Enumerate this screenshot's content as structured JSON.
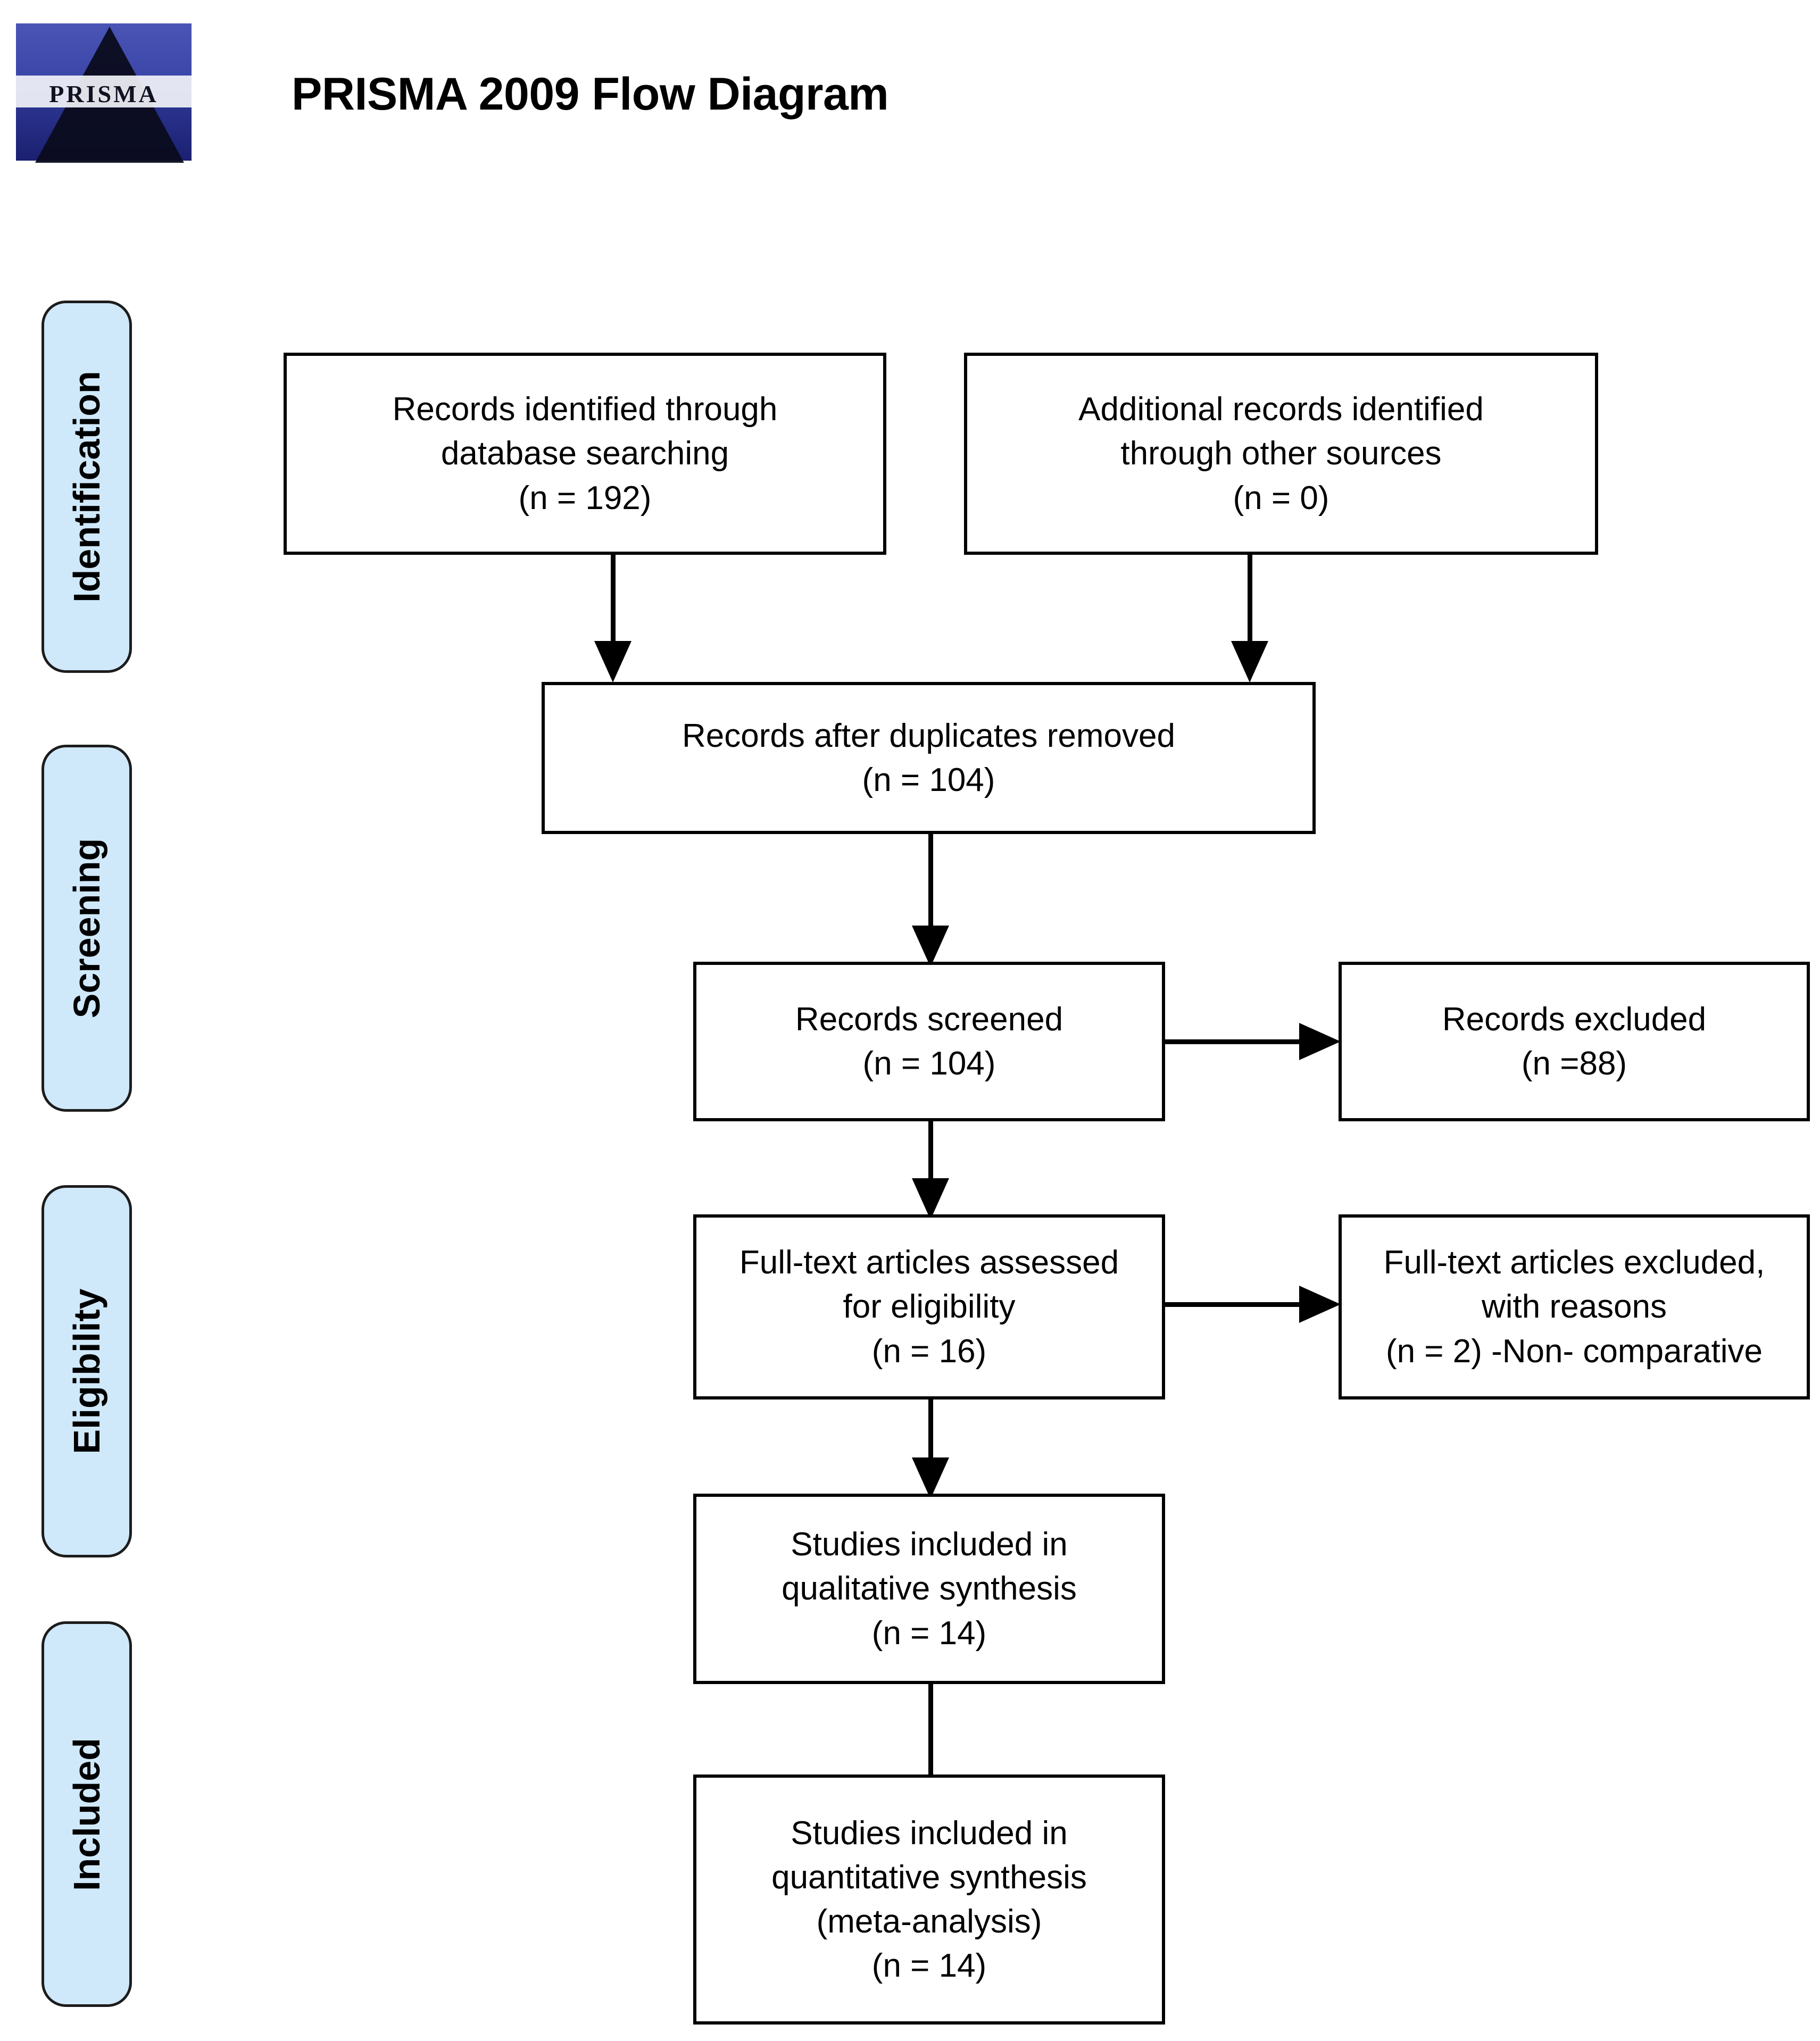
{
  "header": {
    "title": "PRISMA 2009 Flow Diagram",
    "logo_word": "PRISMA",
    "logo_alt": "prisma-logo"
  },
  "colors": {
    "phase_fill": "#cfe8fa",
    "phase_border": "#1c1c1c",
    "box_border": "#000000",
    "box_fill": "#ffffff",
    "connector": "#000000",
    "text": "#000000"
  },
  "phases": [
    {
      "id": "identification",
      "label": "Identification"
    },
    {
      "id": "screening",
      "label": "Screening"
    },
    {
      "id": "eligibility",
      "label": "Eligibility"
    },
    {
      "id": "included",
      "label": "Included"
    }
  ],
  "boxes": {
    "db_search": {
      "line1": "Records identified through",
      "line2": "database searching",
      "line3": "(n = 192)"
    },
    "other_sources": {
      "line1": "Additional records identified",
      "line2": "through other sources",
      "line3": "(n = 0)"
    },
    "dedup": {
      "line1": "Records after duplicates removed",
      "line2": "(n = 104)"
    },
    "screened": {
      "line1": "Records screened",
      "line2": "(n = 104)"
    },
    "records_excluded": {
      "line1": "Records excluded",
      "line2": "(n =88)"
    },
    "fulltext_assessed": {
      "line1": "Full-text articles assessed",
      "line2": "for eligibility",
      "line3": "(n = 16)"
    },
    "fulltext_excluded": {
      "line1": "Full-text articles excluded,",
      "line2": "with reasons",
      "line3": "(n = 2) -Non- comparative"
    },
    "qualitative": {
      "line1": "Studies included in",
      "line2": "qualitative synthesis",
      "line3": "(n = 14)"
    },
    "quantitative": {
      "line1": "Studies included in",
      "line2": "quantitative synthesis",
      "line3": "(meta-analysis)",
      "line4": "(n = 14)"
    }
  },
  "chart_data": {
    "type": "diagram",
    "title": "PRISMA 2009 Flow Diagram",
    "nodes": [
      {
        "id": "db_search",
        "phase": "Identification",
        "text": "Records identified through database searching",
        "n": 192
      },
      {
        "id": "other_sources",
        "phase": "Identification",
        "text": "Additional records identified through other sources",
        "n": 0
      },
      {
        "id": "dedup",
        "phase": "Screening",
        "text": "Records after duplicates removed",
        "n": 104
      },
      {
        "id": "screened",
        "phase": "Screening",
        "text": "Records screened",
        "n": 104
      },
      {
        "id": "records_excluded",
        "phase": "Screening",
        "text": "Records excluded",
        "n": 88
      },
      {
        "id": "fulltext_assessed",
        "phase": "Eligibility",
        "text": "Full-text articles assessed for eligibility",
        "n": 16
      },
      {
        "id": "fulltext_excluded",
        "phase": "Eligibility",
        "text": "Full-text articles excluded, with reasons -Non- comparative",
        "n": 2
      },
      {
        "id": "qualitative",
        "phase": "Included",
        "text": "Studies included in qualitative synthesis",
        "n": 14
      },
      {
        "id": "quantitative",
        "phase": "Included",
        "text": "Studies included in quantitative synthesis (meta-analysis)",
        "n": 14
      }
    ],
    "edges": [
      {
        "from": "db_search",
        "to": "dedup",
        "direction": "down"
      },
      {
        "from": "other_sources",
        "to": "dedup",
        "direction": "down"
      },
      {
        "from": "dedup",
        "to": "screened",
        "direction": "down"
      },
      {
        "from": "screened",
        "to": "records_excluded",
        "direction": "right"
      },
      {
        "from": "screened",
        "to": "fulltext_assessed",
        "direction": "down"
      },
      {
        "from": "fulltext_assessed",
        "to": "fulltext_excluded",
        "direction": "right"
      },
      {
        "from": "fulltext_assessed",
        "to": "qualitative",
        "direction": "down"
      },
      {
        "from": "qualitative",
        "to": "quantitative",
        "direction": "down"
      }
    ]
  }
}
